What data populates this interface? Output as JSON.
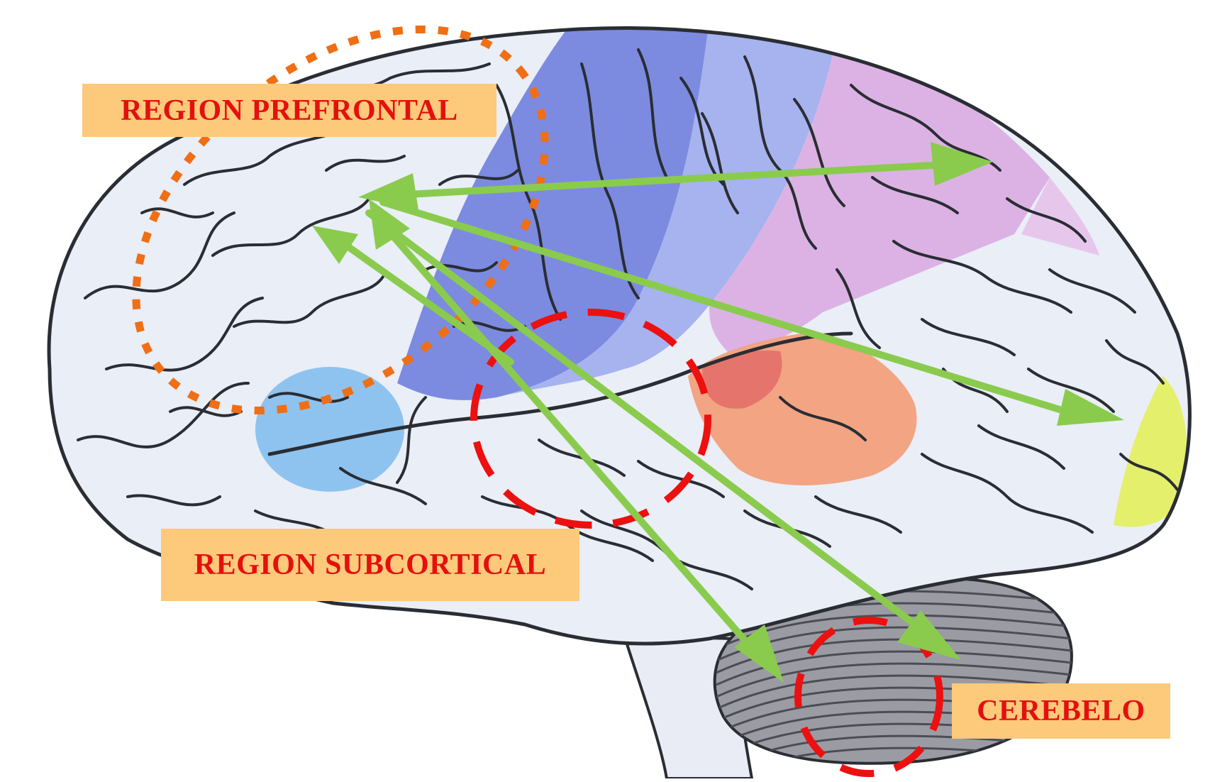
{
  "labels": {
    "prefrontal": "REGION PREFRONTAL",
    "subcortical": "REGION SUBCORTICAL",
    "cerebelo": "CEREBELO"
  },
  "colors": {
    "label_bg": "#fdc97a",
    "label_text": "#e4100f",
    "arrow": "#8acb4e",
    "orange_dots": "#f06e14",
    "red_dashes": "#ec1010",
    "brain_outline": "#2a2d33",
    "frontal": "#e8edf7",
    "premotor": "#7c8be0",
    "motor": "#a6b3ef",
    "parietal": "#dcb2e4",
    "temporal_orange": "#f2a483",
    "occipital_yellow": "#e4ef6c",
    "cerebellum": "#9b9ca3",
    "broca_blue": "#8ec3ef"
  }
}
